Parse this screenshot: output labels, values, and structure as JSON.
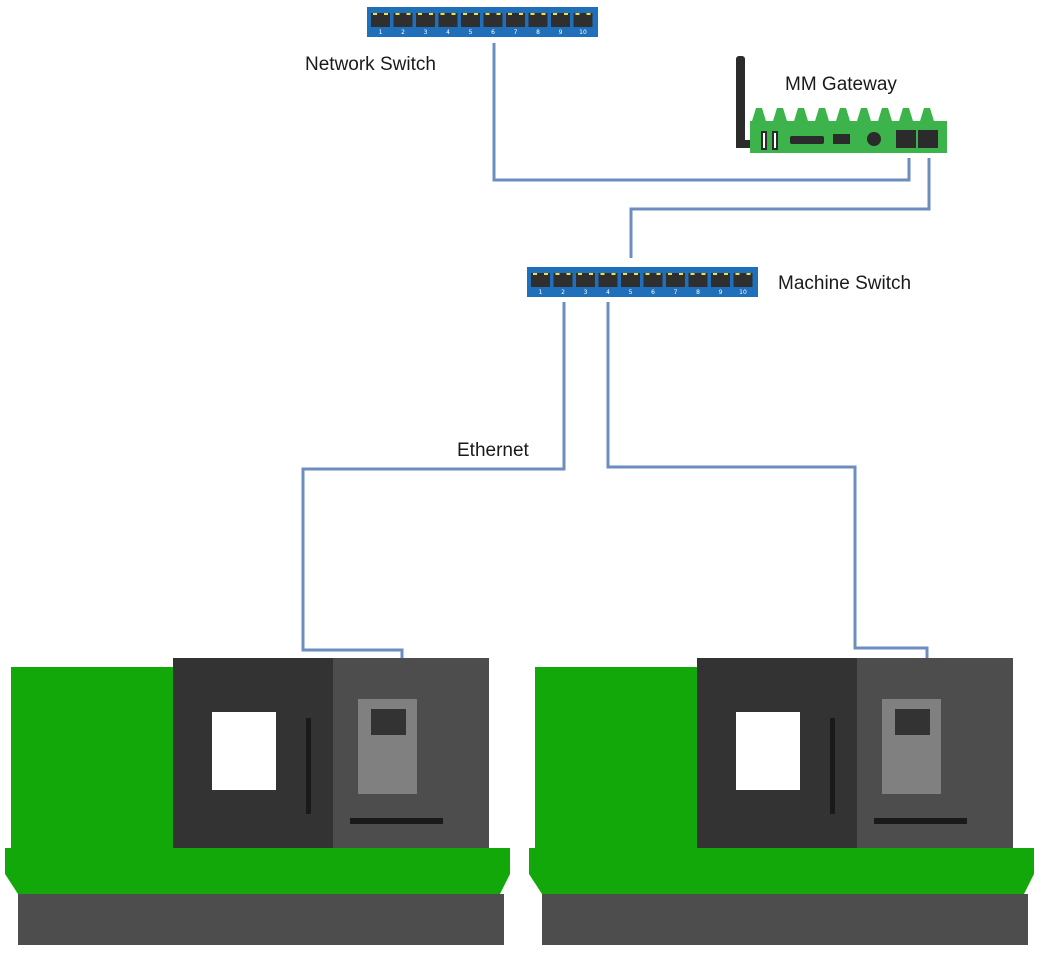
{
  "labels": {
    "network_switch": "Network Switch",
    "gateway": "MM Gateway",
    "machine_switch": "Machine Switch",
    "ethernet": "Ethernet"
  },
  "switch_ports": [
    "1",
    "2",
    "3",
    "4",
    "5",
    "6",
    "7",
    "8",
    "9",
    "10"
  ],
  "colors": {
    "switch_body": "#1f6fba",
    "port": "#2f2f2f",
    "port_led": "#f2e13a",
    "cable": "#6c8ebf",
    "gateway_board": "#3cb44b",
    "antenna": "#2b2b2b",
    "machine_green": "#12a80a",
    "machine_dark": "#333333",
    "machine_mid": "#4d4d4d",
    "machine_panel": "#808080",
    "machine_base": "#4d4d4d",
    "window": "#ffffff"
  }
}
